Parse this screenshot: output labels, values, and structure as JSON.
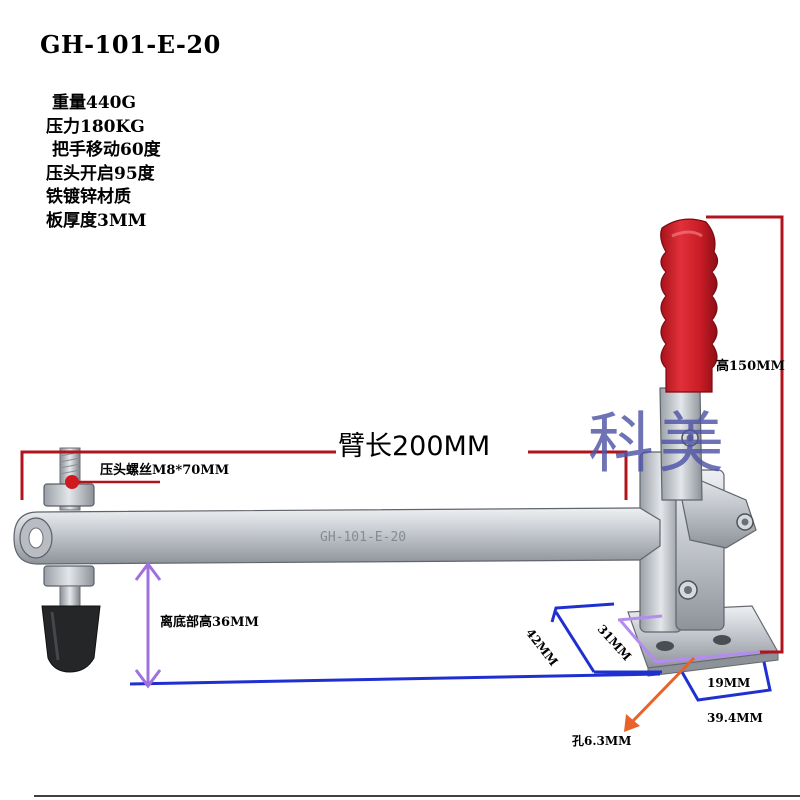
{
  "product": {
    "model": "GH-101-E-20",
    "bar_engraving": "GH-101-E-20"
  },
  "specs": [
    "重量440G",
    "压力180KG",
    "把手移动60度",
    "压头开启95度",
    "铁镀锌材质",
    "板厚度3MM"
  ],
  "dimensions": {
    "arm_length": "臂长200MM",
    "screw": "压头螺丝M8*70MM",
    "base_height": "离底部高36MM",
    "total_height": "高150MM",
    "base_depth": "42MM",
    "base_inner": "31MM",
    "hole_spacing": "19MM",
    "base_width": "39.4MM",
    "hole_dia": "孔6.3MM"
  },
  "watermark": "科美",
  "colors": {
    "dimension_red": "#b0141c",
    "dimension_blue": "#2030d0",
    "dimension_purple": "#a070e0",
    "arrow_orange": "#e8622a",
    "grip_red": "#d3222a",
    "metal": "#c9ccd1"
  }
}
